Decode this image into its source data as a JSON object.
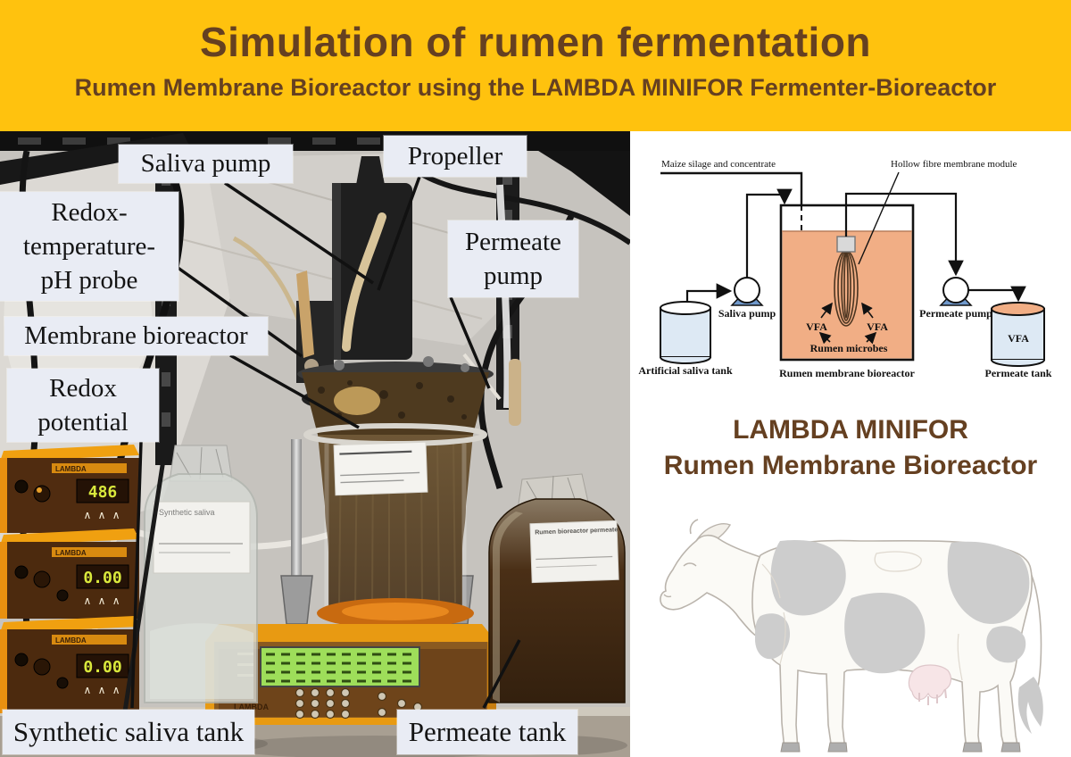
{
  "header": {
    "title": "Simulation of rumen fermentation",
    "subtitle": "Rumen Membrane Bioreactor using the LAMBDA MINIFOR Fermenter-Bioreactor"
  },
  "photo": {
    "labels": {
      "saliva_pump": "Saliva pump",
      "propeller": "Propeller",
      "redox_probe_line1": "Redox-",
      "redox_probe_line2": "temperature-",
      "redox_probe_line3": "pH probe",
      "membrane_bioreactor": "Membrane bioreactor",
      "redox_potential_line1": "Redox",
      "redox_potential_line2": "potential",
      "permeate_pump_line1": "Permeate",
      "permeate_pump_line2": "pump",
      "synthetic_saliva_tank": "Synthetic saliva tank",
      "permeate_tank": "Permeate tank"
    },
    "instruments": {
      "brand": "LAMBDA",
      "reading_top": "486",
      "reading_middle": "0.00",
      "reading_bottom": "0.00",
      "button_arrows": "∧ ∧ ∧"
    },
    "bottles": {
      "synthetic_saliva_label": "Synthetic saliva",
      "permeate_label": "Rumen bioreactor permeate"
    }
  },
  "diagram": {
    "feed_label": "Maize silage and concentrate",
    "membrane_module_label": "Hollow fibre membrane module",
    "saliva_pump_label": "Saliva pump",
    "permeate_pump_label": "Permeate pump",
    "artificial_saliva_tank_label": "Artificial saliva tank",
    "reactor_label": "Rumen membrane bioreactor",
    "permeate_tank_label": "Permeate tank",
    "vfa_left": "VFA",
    "vfa_right": "VFA",
    "vfa_tank": "VFA",
    "rumen_microbes_label": "Rumen microbes"
  },
  "right_panel": {
    "heading_line1": "LAMBDA MINIFOR",
    "heading_line2": "Rumen Membrane Bioreactor"
  },
  "colors": {
    "header_bg": "#FFC20E",
    "header_text": "#654021",
    "photo_label_bg": "#E9ECF4",
    "diagram_liquid": "#F1AE85",
    "diagram_tank_fill": "#DDE9F4",
    "diagram_pump_mount": "#7099CC",
    "lcd_green": "#9EDE5A",
    "led_digits": "#D9E83C"
  }
}
